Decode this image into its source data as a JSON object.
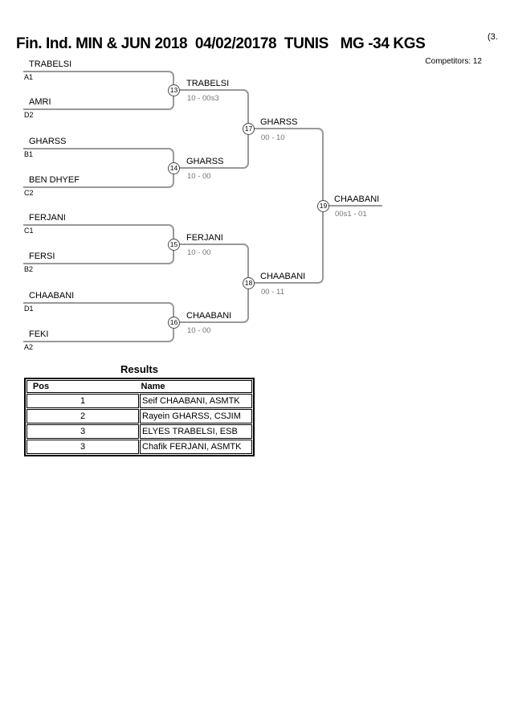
{
  "header": {
    "title": "Fin. Ind. MIN & JUN 2018  04/02/20178  TUNIS   MG -34 KGS",
    "superscript": "(3.",
    "competitors": "Competitors: 12"
  },
  "bracket": {
    "round1": [
      {
        "match_no": "13",
        "top_name": "TRABELSI",
        "top_seed": "A1",
        "bottom_name": "AMRI",
        "bottom_seed": "D2",
        "winner": "TRABELSI",
        "score": "10 - 00s3"
      },
      {
        "match_no": "14",
        "top_name": "GHARSS",
        "top_seed": "B1",
        "bottom_name": "BEN DHYEF",
        "bottom_seed": "C2",
        "winner": "GHARSS",
        "score": "10 - 00"
      },
      {
        "match_no": "15",
        "top_name": "FERJANI",
        "top_seed": "C1",
        "bottom_name": "FERSI",
        "bottom_seed": "B2",
        "winner": "FERJANI",
        "score": "10 - 00"
      },
      {
        "match_no": "16",
        "top_name": "CHAABANI",
        "top_seed": "D1",
        "bottom_name": "FEKI",
        "bottom_seed": "A2",
        "winner": "CHAABANI",
        "score": "10 - 00"
      }
    ],
    "semifinals": [
      {
        "match_no": "17",
        "winner": "GHARSS",
        "score": "00 - 10"
      },
      {
        "match_no": "18",
        "winner": "CHAABANI",
        "score": "00 - 11"
      }
    ],
    "final": {
      "match_no": "19",
      "winner": "CHAABANI",
      "score": "00s1 - 01"
    }
  },
  "results": {
    "title": "Results",
    "columns": {
      "pos": "Pos",
      "name": "Name"
    },
    "rows": [
      {
        "pos": "1",
        "name": "Seif CHAABANI, ASMTK"
      },
      {
        "pos": "2",
        "name": "Rayein GHARSS, CSJIM"
      },
      {
        "pos": "3",
        "name": "ELYES TRABELSI, ESB"
      },
      {
        "pos": "3",
        "name": "Chafik FERJANI, ASMTK"
      }
    ]
  },
  "colors": {
    "bracket-line": "#999999",
    "score-text": "#757575",
    "circle-border": "#4a4a4a",
    "text": "#000000"
  }
}
